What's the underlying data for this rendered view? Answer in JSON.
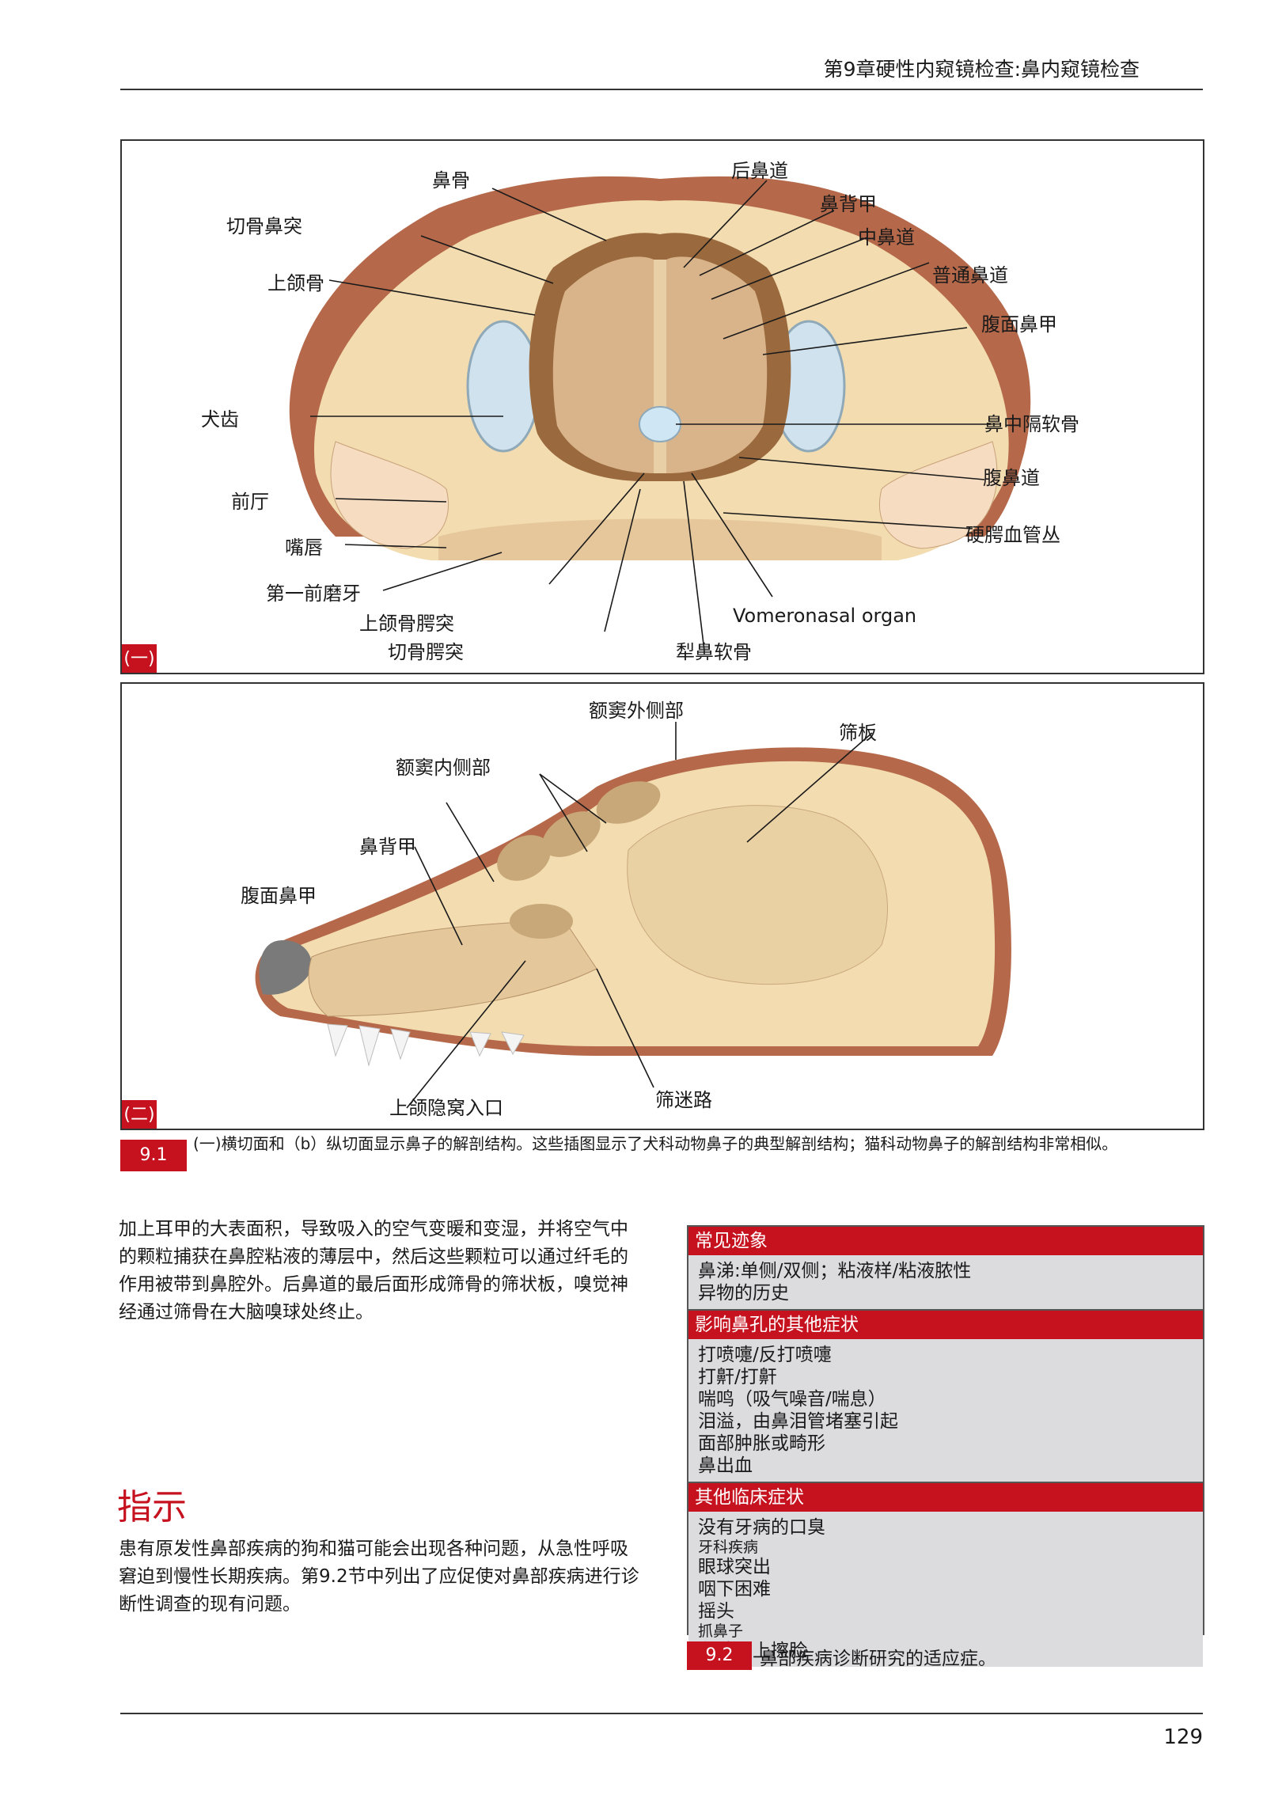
{
  "header": {
    "title": "第9章硬性内窥镜检查:鼻内窥镜检查"
  },
  "figure_a": {
    "panel_tag": "(一)",
    "labels": {
      "nasal_bone": "鼻骨",
      "incisive_nasal_process": "切骨鼻突",
      "maxilla": "上颌骨",
      "canine": "犬齿",
      "vestibule": "前厅",
      "lip": "嘴唇",
      "first_premolar": "第一前磨牙",
      "maxilla_palatine_process": "上颌骨腭突",
      "incisive_palatine_process": "切骨腭突",
      "caudal_meatus": "后鼻道",
      "dorsal_concha": "鼻背甲",
      "middle_meatus": "中鼻道",
      "common_meatus": "普通鼻道",
      "ventral_concha": "腹面鼻甲",
      "septal_cartilage": "鼻中隔软骨",
      "ventral_meatus": "腹鼻道",
      "palatine_plexus": "硬腭血管丛",
      "vomeronasal_organ": "Vomeronasal organ",
      "vomeronasal_cartilage": "犁鼻软骨"
    }
  },
  "figure_b": {
    "panel_tag": "(二)",
    "labels": {
      "lateral_frontal_sinus": "额窦外侧部",
      "cribriform_plate": "筛板",
      "medial_frontal_sinus": "额窦内侧部",
      "dorsal_concha": "鼻背甲",
      "ventral_concha": "腹面鼻甲",
      "maxillary_recess_opening": "上颌隐窝入口",
      "ethmoid_labyrinth": "筛迷路"
    }
  },
  "figure_caption": {
    "tag": "9.1",
    "text": "(一)横切面和（b）纵切面显示鼻子的解剖结构。这些插图显示了犬科动物鼻子的典型解剖结构；猫科动物鼻子的解剖结构非常相似。"
  },
  "body": {
    "paragraph1": "加上耳甲的大表面积，导致吸入的空气变暖和变湿，并将空气中的颗粒捕获在鼻腔粘液的薄层中，然后这些颗粒可以通过纤毛的作用被带到鼻腔外。后鼻道的最后面形成筛骨的筛状板，嗅觉神经通过筛骨在大脑嗅球处终止。",
    "heading": "指示",
    "paragraph2": "患有原发性鼻部疾病的狗和猫可能会出现各种问题，从急性呼吸窘迫到慢性长期疾病。第9.2节中列出了应促使对鼻部疾病进行诊断性调查的现有问题。"
  },
  "table": {
    "sections": [
      {
        "title": "常见迹象",
        "items": [
          "鼻涕:单侧/双侧；粘液样/粘液脓性",
          "异物的历史"
        ]
      },
      {
        "title": "影响鼻孔的其他症状",
        "items": [
          "打喷嚏/反打喷嚏",
          "打鼾/打鼾",
          "喘鸣（吸气噪音/喘息）",
          "泪溢，由鼻泪管堵塞引起",
          "面部肿胀或畸形",
          "鼻出血"
        ]
      },
      {
        "title": "其他临床症状",
        "items": [
          "没有牙病的口臭",
          "牙科疾病",
          "眼球突出",
          "咽下困难",
          "摇头",
          "抓鼻子",
          "在地面上擦脸"
        ]
      }
    ],
    "caption_tag": "9.2",
    "caption": "鼻部疾病诊断研究的适应症。"
  },
  "page_number": "129",
  "colors": {
    "accent_red": "#c6111f",
    "skin": "#b5694a",
    "bone": "#f2dcb0",
    "concha": "#9a6a3e"
  }
}
